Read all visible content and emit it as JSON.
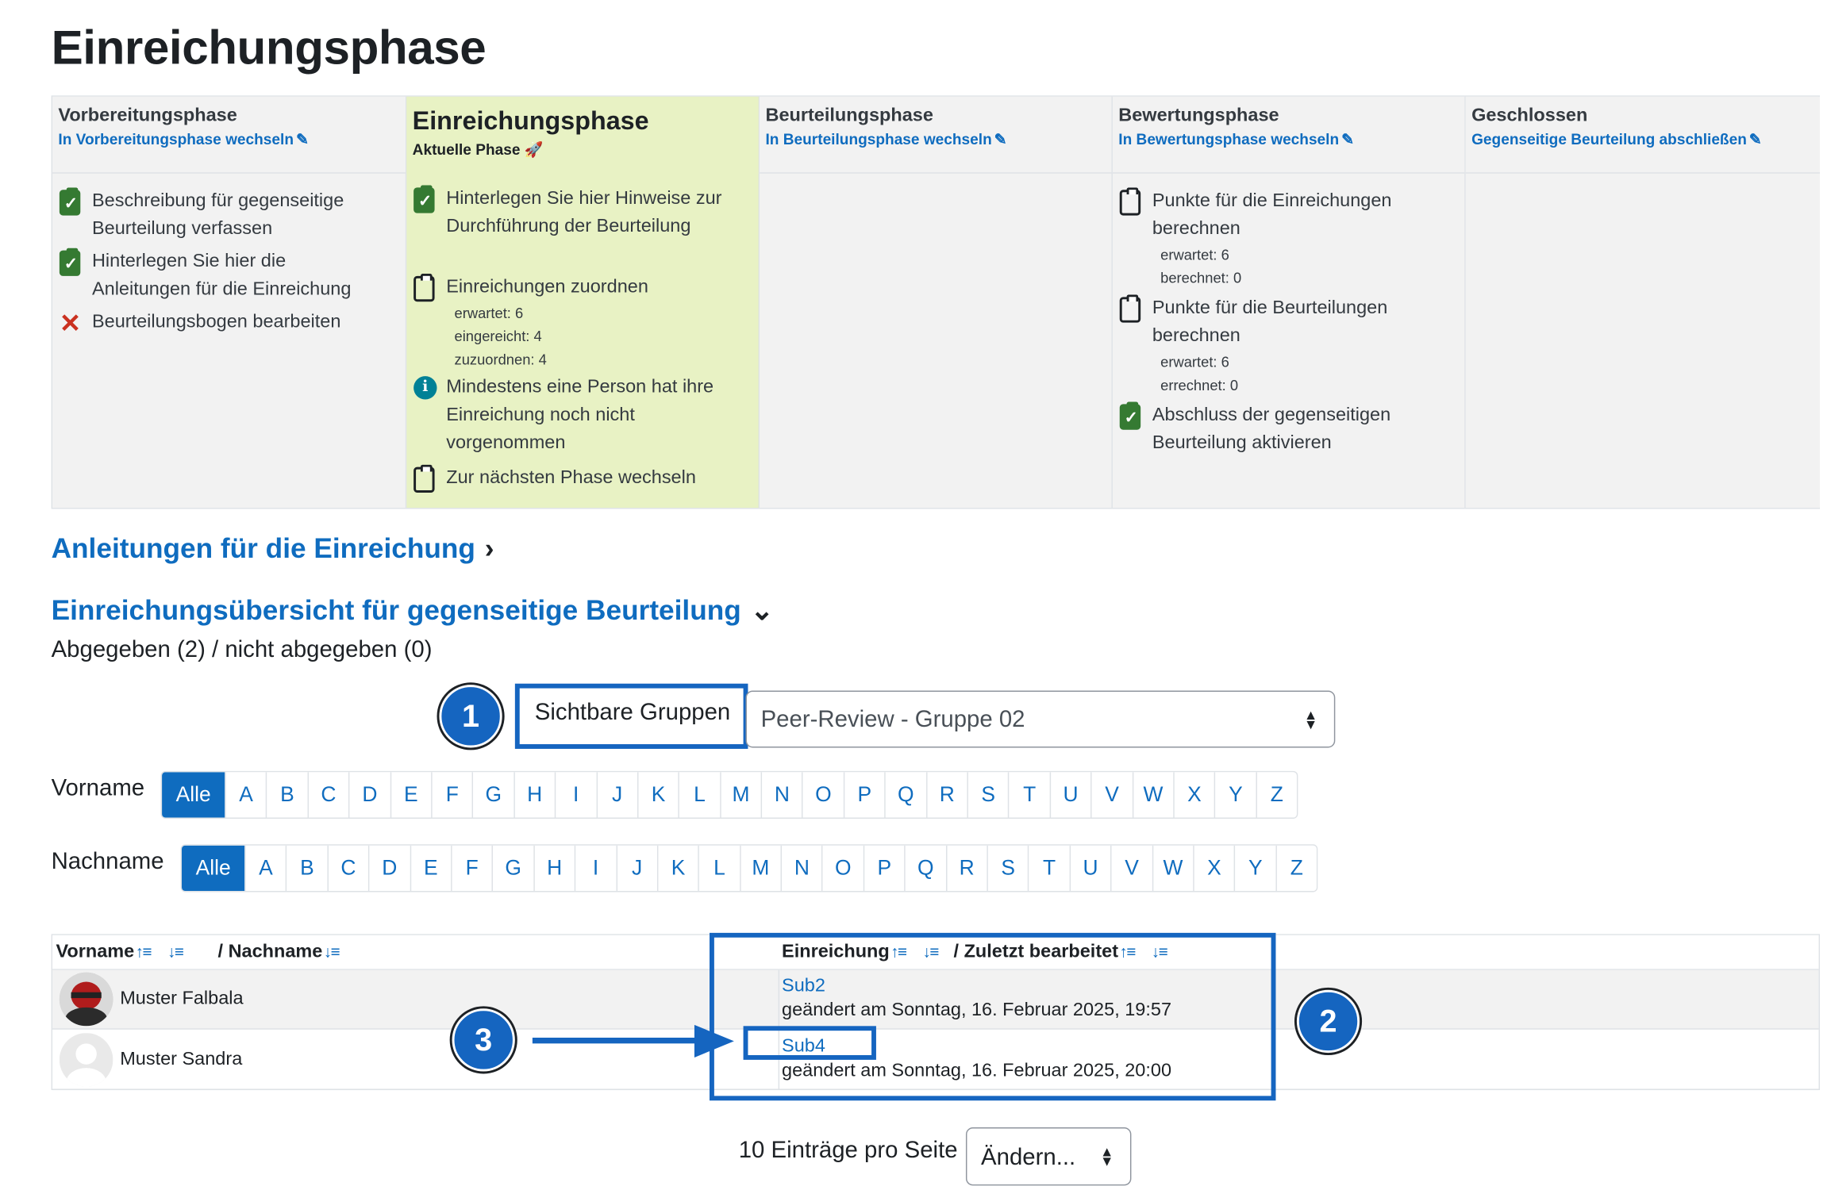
{
  "page_title": "Einreichungsphase",
  "phases": [
    {
      "name": "Vorbereitungsphase",
      "link": "In Vorbereitungsphase wechseln",
      "tasks": [
        {
          "status": "done",
          "text": "Beschreibung für gegenseitige Beurteilung verfassen"
        },
        {
          "status": "done",
          "text": "Hinterlegen Sie hier die Anleitungen für die Einreichung"
        },
        {
          "status": "fail",
          "text": "Beurteilungsbogen bearbeiten"
        }
      ]
    },
    {
      "name": "Einreichungsphase",
      "sub": "Aktuelle Phase",
      "tasks": [
        {
          "status": "done",
          "text": "Hinterlegen Sie hier Hinweise zur Durchführung der Beurteilung"
        },
        {
          "status": "todo",
          "text": "Einreichungen zuordnen",
          "details": [
            "erwartet: 6",
            "eingereicht: 4",
            "zuzuordnen: 4"
          ]
        },
        {
          "status": "info",
          "text": "Mindestens eine Person hat ihre Einreichung noch nicht vorgenommen"
        },
        {
          "status": "todo",
          "text": "Zur nächsten Phase wechseln"
        }
      ]
    },
    {
      "name": "Beurteilungsphase",
      "link": "In Beurteilungsphase wechseln",
      "tasks": []
    },
    {
      "name": "Bewertungsphase",
      "link": "In Bewertungsphase wechseln",
      "tasks": [
        {
          "status": "todo",
          "text": "Punkte für die Einreichungen berechnen",
          "details": [
            "erwartet: 6",
            "berechnet: 0"
          ]
        },
        {
          "status": "todo",
          "text": "Punkte für die Beurteilungen berechnen",
          "details": [
            "erwartet: 6",
            "errechnet: 0"
          ]
        },
        {
          "status": "done",
          "text": "Abschluss der gegenseitigen Beurteilung aktivieren"
        }
      ]
    },
    {
      "name": "Geschlossen",
      "link": "Gegenseitige Beurteilung abschließen",
      "tasks": []
    }
  ],
  "instructions_heading": "Anleitungen für die Einreichung",
  "overview_heading": "Einreichungsübersicht für gegenseitige Beurteilung",
  "submitted_summary": "Abgegeben (2) / nicht abgegeben (0)",
  "group_filter": {
    "label": "Sichtbare Gruppen",
    "selected": "Peer-Review - Gruppe 02"
  },
  "firstname_filter": {
    "label": "Vorname",
    "all": "Alle"
  },
  "lastname_filter": {
    "label": "Nachname",
    "all": "Alle"
  },
  "letters": [
    "A",
    "B",
    "C",
    "D",
    "E",
    "F",
    "G",
    "H",
    "I",
    "J",
    "K",
    "L",
    "M",
    "N",
    "O",
    "P",
    "Q",
    "R",
    "S",
    "T",
    "U",
    "V",
    "W",
    "X",
    "Y",
    "Z"
  ],
  "table": {
    "col_firstname": "Vorname",
    "col_lastname": "/ Nachname",
    "col_submission": "Einreichung",
    "col_lastmodified": "/ Zuletzt bearbeitet",
    "rows": [
      {
        "name": "Muster Falbala",
        "submission": "Sub2",
        "modified": "geändert am Sonntag, 16. Februar 2025, 19:57"
      },
      {
        "name": "Muster Sandra",
        "submission": "Sub4",
        "modified": "geändert am Sonntag, 16. Februar 2025, 20:00"
      }
    ]
  },
  "per_page": {
    "label": "10 Einträge pro Seite",
    "button": "Ändern..."
  },
  "annotations": [
    "1",
    "2",
    "3"
  ],
  "colors": {
    "accent": "#0f6cbf",
    "annotation": "#1565c0",
    "current_phase": "#e8f2c4",
    "done": "#357a32",
    "fail": "#ca3120",
    "info": "#008196"
  }
}
